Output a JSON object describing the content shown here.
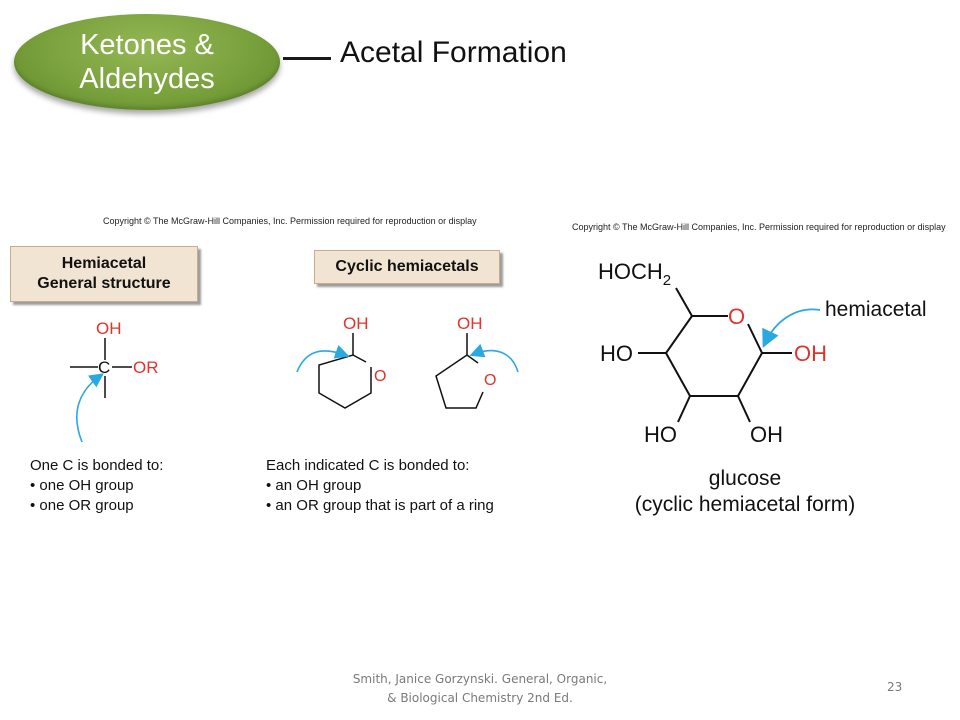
{
  "header": {
    "badge": "Ketones &\nAldehydes",
    "title": "Acetal Formation"
  },
  "left_panel": {
    "copyright": "Copyright © The McGraw-Hill Companies, Inc. Permission required for reproduction or display",
    "box1": "Hemiacetal\nGeneral structure",
    "box2": "Cyclic hemiacetals",
    "atoms": {
      "oh": "OH",
      "c": "C",
      "or": "OR",
      "o": "O"
    },
    "text1_title": "One C is bonded to:",
    "text1_items": [
      "• one OH group",
      "• one OR group"
    ],
    "text2_title": "Each indicated C is bonded to:",
    "text2_items": [
      "• an OH group",
      "• an OR group that is part of a ring"
    ]
  },
  "right_panel": {
    "copyright": "Copyright © The McGraw-Hill Companies, Inc. Permission required for reproduction or display",
    "hoch2": "HOCH",
    "hoch2_sub": "2",
    "ring_o": "O",
    "ho_left": "HO",
    "oh_right": "OH",
    "ho_bottom": "HO",
    "oh_bottom": "OH",
    "hemiacetal_label": "hemiacetal",
    "caption_line1": "glucose",
    "caption_line2": "(cyclic hemiacetal form)"
  },
  "colors": {
    "accent_red": "#e0332c",
    "arrow_blue": "#29a9df",
    "badge_green": "#79a13c"
  },
  "footer": {
    "citation_line1": "Smith, Janice Gorzynski. General, Organic,",
    "citation_line2": "& Biological Chemistry 2nd Ed.",
    "page_number": "23"
  }
}
